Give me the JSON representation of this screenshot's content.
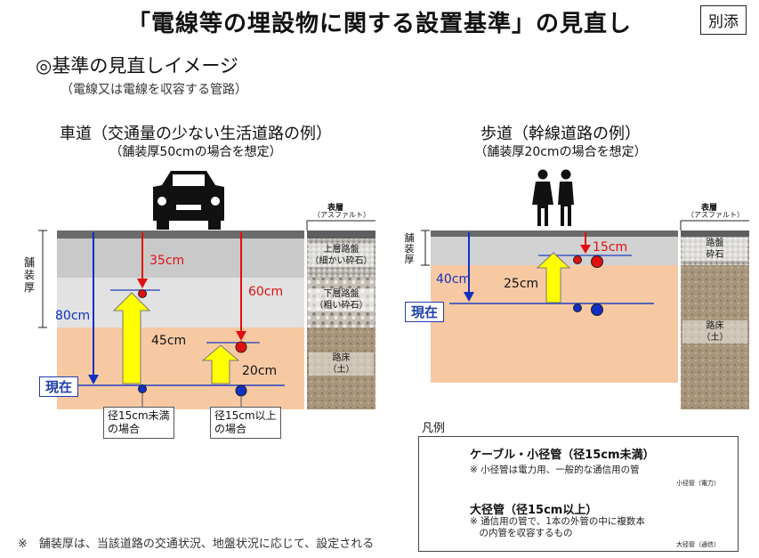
{
  "header": {
    "title": "「電線等の埋設物に関する設置基準」の見直し",
    "badge": "別添"
  },
  "intro": {
    "heading": "◎基準の見直しイメージ",
    "subnote": "（電線又は電線を収容する管路）"
  },
  "roadway": {
    "title": "車道（交通量の少ない生活道路の例）",
    "note": "（舗装厚50cmの場合を想定）",
    "pavement_label": "舗装厚",
    "surface_label": "表層",
    "surface_sub": "（アスファルト）",
    "upper_layer": "上層路盤\n（細かい砕石）",
    "lower_layer": "下層路盤\n（粗い砕石）",
    "subgrade": "路床\n（土）",
    "depth_current": "80cm",
    "depth_new_small": "35cm",
    "depth_new_large": "60cm",
    "reduction_small": "45cm",
    "reduction_large": "20cm",
    "current_label": "現在",
    "case_small": "径15cm未満\nの場合",
    "case_large": "径15cm以上\nの場合"
  },
  "sidewalk": {
    "title": "歩道（幹線道路の例）",
    "note": "（舗装厚20cmの場合を想定）",
    "pavement_label": "舗装厚",
    "surface_label": "表層",
    "surface_sub": "（アスファルト）",
    "base_layer": "路盤\n砕石",
    "subgrade": "路床\n（土）",
    "depth_current": "40cm",
    "depth_new": "15cm",
    "reduction": "25cm",
    "current_label": "現在"
  },
  "legend": {
    "title": "凡例",
    "small": {
      "label": "ケーブル・小径管（径15cm未満）",
      "note": "※ 小径管は電力用、一般的な通信用の管",
      "photo_caption": "小径管（電力）"
    },
    "large": {
      "label": "大径管（径15cm以上）",
      "note": "※ 通信用の管で、1本の外管の中に複数本\n　の内管を収容するもの",
      "photo_caption": "大径管（通信）"
    }
  },
  "footnote": "※　舗装厚は、当該道路の交通状況、地盤状況に応じて、設定される",
  "colors": {
    "asphalt": "#6b6b6b",
    "upper_base": "#c9c9c9",
    "lower_base": "#e2e2e2",
    "soil": "#f7c9a3",
    "arrow_yellow": "#ffff00",
    "arrow_red": "#e01010",
    "arrow_blue": "#1030c0",
    "current_line": "#2040c0"
  }
}
